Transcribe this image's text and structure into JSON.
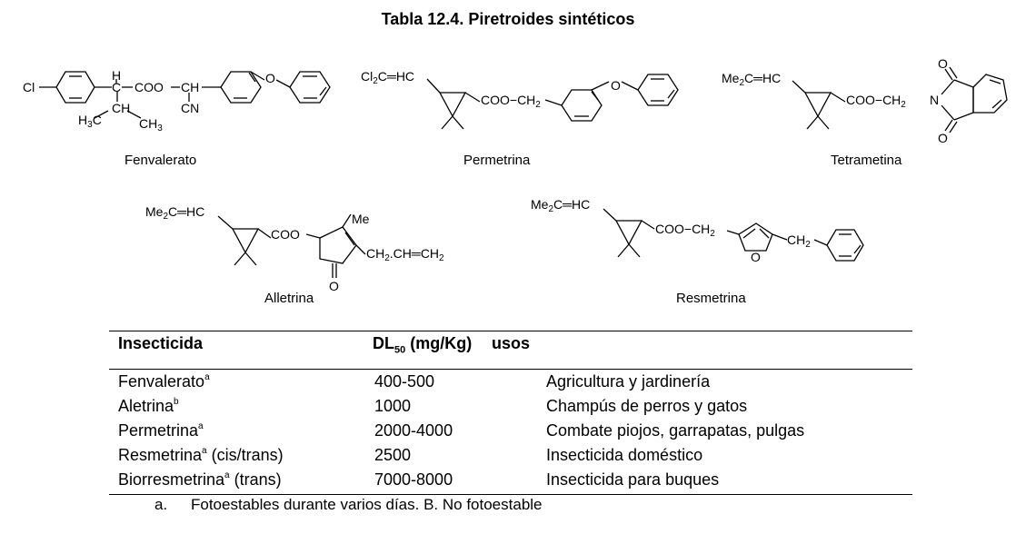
{
  "title": "Tabla 12.4. Piretroides sintéticos",
  "compounds": [
    {
      "name": "Fenvalerato"
    },
    {
      "name": "Permetrina"
    },
    {
      "name": "Tetrametina"
    },
    {
      "name": "Alletrina"
    },
    {
      "name": "Resmetrina"
    }
  ],
  "structure_labels": {
    "fenvalerato": {
      "cl": "Cl",
      "h": "H",
      "c": "C",
      "coo": "COO",
      "ch": "CH",
      "cn": "CN",
      "h3c": "H",
      "h3c_sub": "3",
      "h3c_c": "C",
      "ch_lower": "CH",
      "ch3": "CH",
      "ch3_sub": "3",
      "o": "O"
    },
    "permetrina": {
      "cl2c": "Cl",
      "cl2c_sub": "2",
      "cl2c_rest": "C═HC",
      "coo_ch2": "COO−CH",
      "ch2_sub": "2",
      "o": "O"
    },
    "tetrametina": {
      "me2c": "Me",
      "me2c_sub": "2",
      "me2c_rest": "C═HC",
      "coo_ch2": "COO−CH",
      "ch2_sub": "2",
      "n": "N",
      "o_top": "O",
      "o_bottom": "O"
    },
    "alletrina": {
      "me2c": "Me",
      "me2c_sub": "2",
      "me2c_rest": "C═HC",
      "coo": "COO",
      "me": "Me",
      "allyl": "CH",
      "allyl_sub": "2",
      "allyl_rest": ".CH═CH",
      "allyl_sub2": "2",
      "o": "O"
    },
    "resmetrina": {
      "me2c": "Me",
      "me2c_sub": "2",
      "me2c_rest": "C═HC",
      "coo_ch2": "COO−CH",
      "ch2_sub": "2",
      "ch2b": "CH",
      "ch2b_sub": "2",
      "o": "O"
    }
  },
  "table": {
    "headers": {
      "insecticide": "Insecticida",
      "dl_main": "DL",
      "dl_sub": "50",
      "dl_unit": " (mg/Kg)",
      "uses": "usos"
    },
    "rows": [
      {
        "name": "Fenvalerato",
        "mark": "a",
        "extra": "",
        "dl50": "400-500",
        "use": "Agricultura y jardinería"
      },
      {
        "name": "Aletrina",
        "mark": "b",
        "extra": "",
        "dl50": "1000",
        "use": "Champús de perros y gatos"
      },
      {
        "name": "Permetrina",
        "mark": "a",
        "extra": "",
        "dl50": "2000-4000",
        "use": "Combate piojos, garrapatas, pulgas"
      },
      {
        "name": "Resmetrina",
        "mark": "a",
        "extra": " (cis/trans)",
        "dl50": "2500",
        "use": "Insecticida doméstico"
      },
      {
        "name": "Biorresmetrina",
        "mark": "a",
        "extra": " (trans)",
        "dl50": "7000-8000",
        "use": "Insecticida para buques"
      }
    ]
  },
  "footnote": {
    "letter": "a.",
    "text": "Fotoestables durante varios días. B. No fotoestable"
  }
}
